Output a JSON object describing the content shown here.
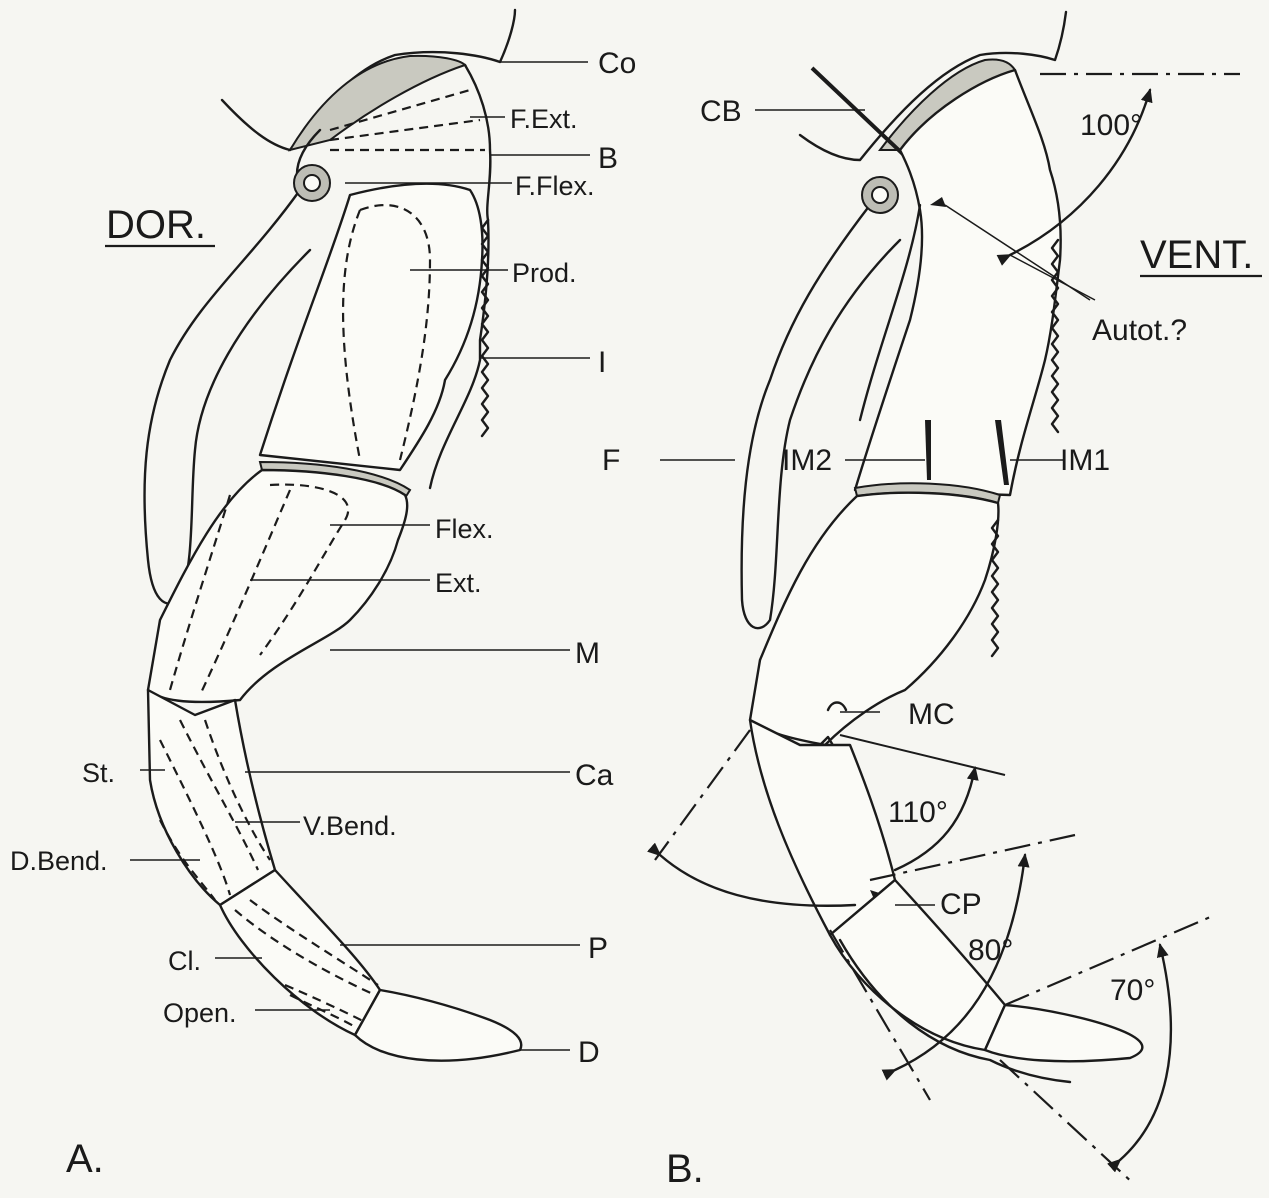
{
  "panel_a": {
    "side_label": "DOR.",
    "caption": "A.",
    "labels": {
      "co": "Co",
      "f_ext": "F.Ext.",
      "b": "B",
      "f_flex": "F.Flex.",
      "prod": "Prod.",
      "i": "I",
      "flex": "Flex.",
      "ext": "Ext.",
      "m": "M",
      "st": "St.",
      "ca": "Ca",
      "v_bend": "V.Bend.",
      "d_bend": "D.Bend.",
      "p": "P",
      "cl": "Cl.",
      "open": "Open.",
      "d": "D"
    }
  },
  "panel_b": {
    "side_label": "VENT.",
    "caption": "B.",
    "labels": {
      "cb": "CB",
      "autot": "Autot.?",
      "f": "F",
      "im2": "IM2",
      "im1": "IM1",
      "mc": "MC",
      "cp": "CP"
    },
    "angles": {
      "a100": "100°",
      "a110": "110°",
      "a80": "80°",
      "a70": "70°"
    }
  },
  "colors": {
    "background": "#f6f6f2",
    "ink": "#1b1b1b",
    "stipple": "#c9c9c0"
  }
}
